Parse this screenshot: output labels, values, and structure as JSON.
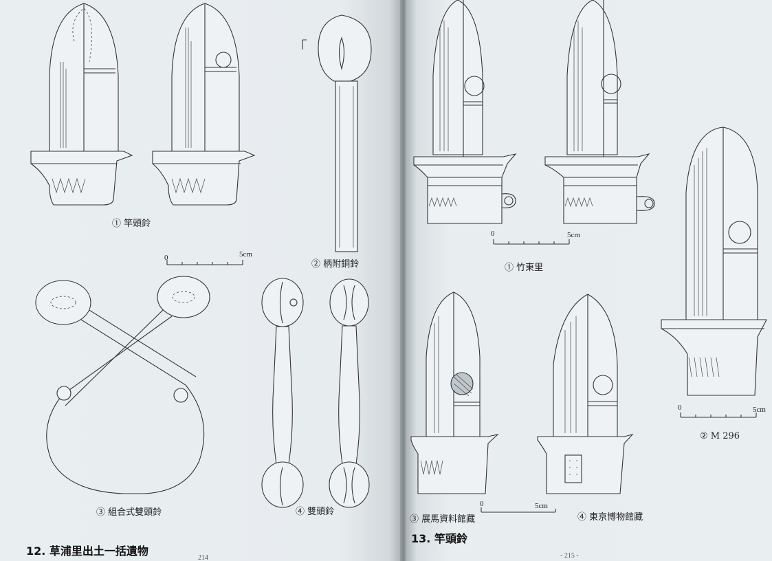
{
  "left_page": {
    "captions": {
      "fig1": "① 竿頭鈴",
      "fig2": "② 柄附銅鈴",
      "fig3": "③ 組合式雙頭鈴",
      "fig4": "④ 雙頭鈴"
    },
    "scale_label": "5cm",
    "scale_zero": "0",
    "heading": "12. 草浦里出土一括遺物",
    "page_number": "214"
  },
  "right_page": {
    "captions": {
      "fig1": "① 竹東里",
      "fig2": "② M 296",
      "fig3": "③ 展馬資料館藏",
      "fig4": "④ 東京博物館藏"
    },
    "scale_label": "5cm",
    "scale_zero": "0",
    "heading": "13. 竿頭鈴",
    "page_number": "- 215 -"
  }
}
